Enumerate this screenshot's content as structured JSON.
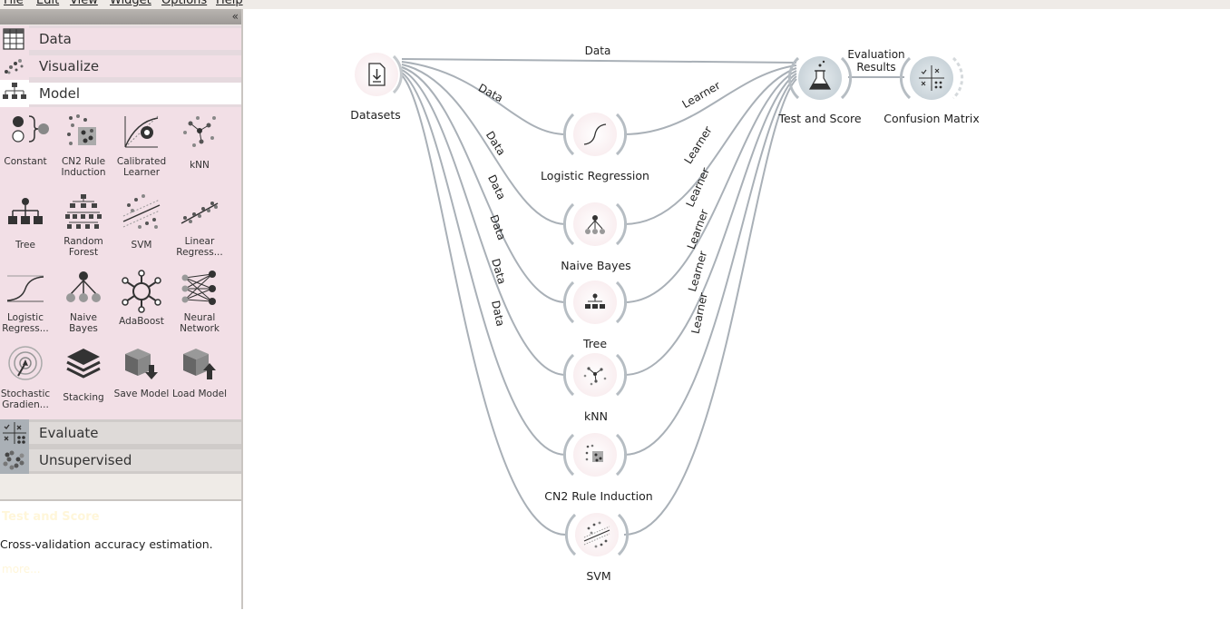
{
  "menu": [
    "File",
    "Edit",
    "View",
    "Widget",
    "Options",
    "Help"
  ],
  "toolbox": {
    "collapse_glyph": "«",
    "categories": [
      {
        "label": "Data",
        "icon": "data-table-icon"
      },
      {
        "label": "Visualize",
        "icon": "scatter-icon"
      },
      {
        "label": "Model",
        "icon": "tree-model-icon"
      },
      {
        "label": "Evaluate",
        "icon": "evaluate-icon"
      },
      {
        "label": "Unsupervised",
        "icon": "cluster-icon"
      }
    ],
    "widgets": [
      {
        "label": "Constant",
        "icon": "constant-icon"
      },
      {
        "label": "CN2 Rule Induction",
        "icon": "cn2-icon"
      },
      {
        "label": "Calibrated Learner",
        "icon": "calibrated-learner-icon"
      },
      {
        "label": "kNN",
        "icon": "knn-icon"
      },
      {
        "label": "Tree",
        "icon": "tree-icon"
      },
      {
        "label": "Random Forest",
        "icon": "random-forest-icon"
      },
      {
        "label": "SVM",
        "icon": "svm-icon"
      },
      {
        "label": "Linear Regress...",
        "icon": "linear-regression-icon"
      },
      {
        "label": "Logistic Regress...",
        "icon": "logistic-regression-icon"
      },
      {
        "label": "Naive Bayes",
        "icon": "naive-bayes-icon"
      },
      {
        "label": "AdaBoost",
        "icon": "adaboost-icon"
      },
      {
        "label": "Neural Network",
        "icon": "neural-network-icon"
      },
      {
        "label": "Stochastic Gradien...",
        "icon": "sgd-icon"
      },
      {
        "label": "Stacking",
        "icon": "stacking-icon"
      },
      {
        "label": "Save Model",
        "icon": "save-model-icon"
      },
      {
        "label": "Load Model",
        "icon": "load-model-icon"
      }
    ]
  },
  "description": {
    "title": "Test and Score",
    "text": "Cross-validation accuracy estimation.",
    "link": "more..."
  },
  "workflow": {
    "nodes": {
      "datasets": "Datasets",
      "logistic": "Logistic Regression",
      "naive": "Naive Bayes",
      "tree": "Tree",
      "knn": "kNN",
      "cn2": "CN2 Rule Induction",
      "svm": "SVM",
      "test": "Test and Score",
      "confusion": "Confusion Matrix"
    },
    "links": {
      "data": "Data",
      "learner": "Learner",
      "eval_line1": "Evaluation",
      "eval_line2": "Results"
    }
  },
  "colors": {
    "accent_pink": "#f2dfe6",
    "evaluate_gray": "#aab0b6",
    "link": "#a9b0b7"
  }
}
